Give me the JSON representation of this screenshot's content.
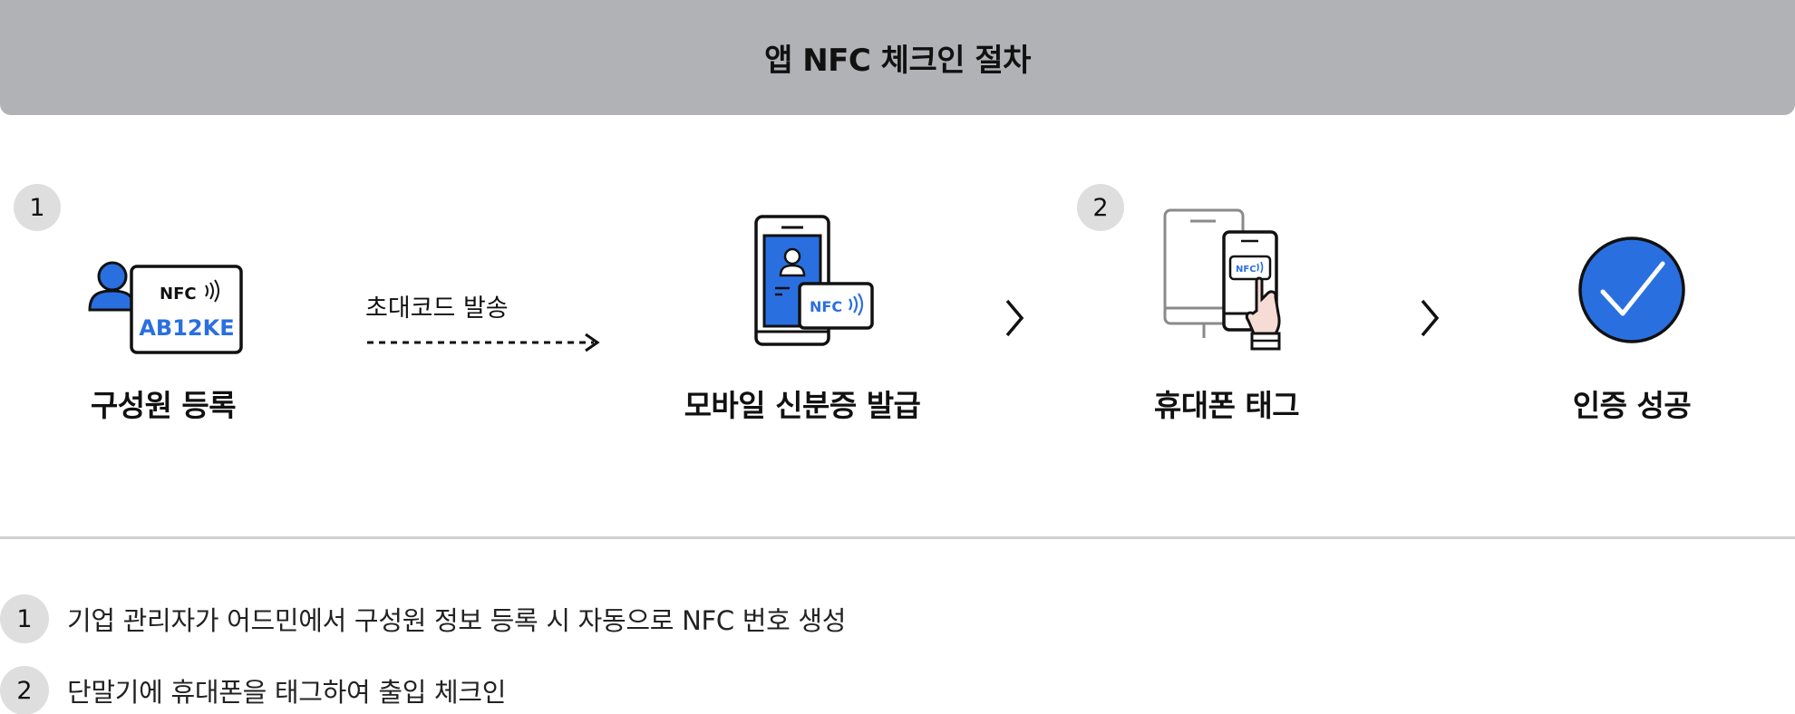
{
  "header": {
    "title": "앱 NFC 체크인 절차"
  },
  "steps": [
    {
      "number": "1",
      "label": "구성원 등록",
      "nfc_tag": "NFC",
      "code": "AB12KE"
    },
    {
      "label": "모바일 신분증 발급",
      "nfc_tag": "NFC"
    },
    {
      "number": "2",
      "label": "휴대폰 태그",
      "nfc_tag": "NFC"
    },
    {
      "label": "인증 성공"
    }
  ],
  "arrow_label": "초대코드 발송",
  "notes": [
    {
      "number": "1",
      "text": "기업 관리자가 어드민에서 구성원 정보 등록 시 자동으로 NFC 번호 생성"
    },
    {
      "number": "2",
      "text": "단말기에 휴대폰을 태그하여 출입 체크인"
    }
  ],
  "colors": {
    "accent": "#2a6fe0",
    "header_bg": "#b1b2b5",
    "badge_bg": "#dedede"
  }
}
